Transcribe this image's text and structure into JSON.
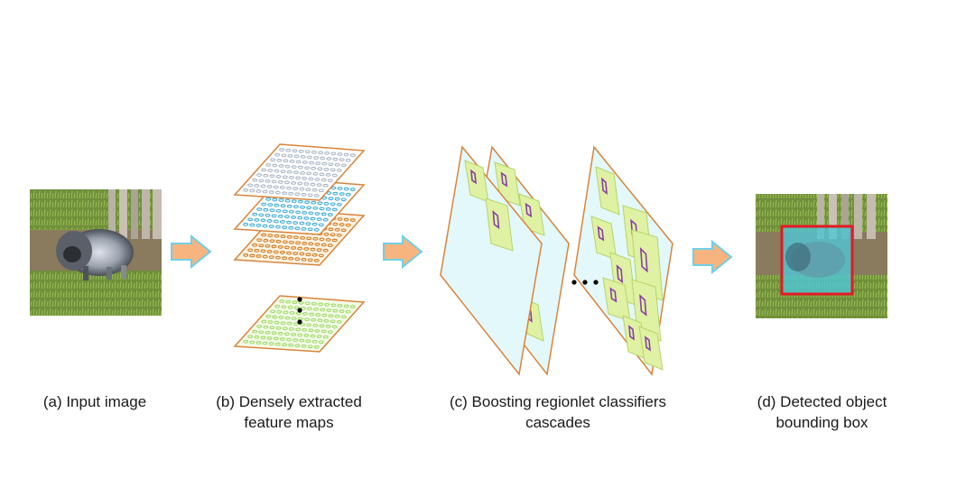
{
  "colors": {
    "arrow_fill": "#f7b47f",
    "arrow_stroke": "#6fd0e6",
    "plane_stroke": "#d9843b",
    "regionlet_box_fill": "#dff2a3",
    "regionlet_inner_stroke": "#8b3fa8",
    "layer_gray_dot": "#a9b4c4",
    "layer_blue_dot": "#3aa9d8",
    "layer_orange_dot": "#d27a1c",
    "layer_green_dot": "#9fd86a",
    "classifier_plane_fill": "#e3f8fa",
    "detection_box": "#e31b23"
  },
  "stages": [
    {
      "id": "a",
      "caption_lines": [
        "(a) Input image"
      ]
    },
    {
      "id": "b",
      "caption_lines": [
        "(b) Densely extracted",
        "feature maps"
      ]
    },
    {
      "id": "c",
      "caption_lines": [
        "(c) Boosting regionlet classifiers",
        "cascades"
      ]
    },
    {
      "id": "d",
      "caption_lines": [
        "(d) Detected object",
        "bounding box"
      ]
    }
  ]
}
